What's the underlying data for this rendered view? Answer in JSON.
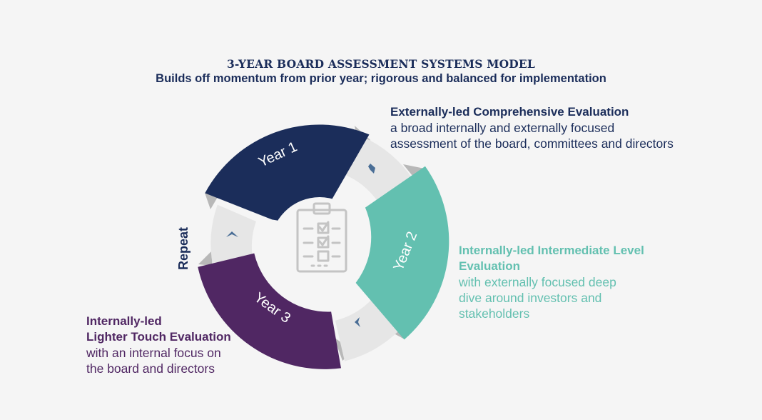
{
  "header": {
    "title": "3-YEAR BOARD ASSESSMENT SYSTEMS MODEL",
    "subtitle": "Builds off momentum from prior year; rigorous and balanced for implementation"
  },
  "cycle": {
    "year1": "Year 1",
    "year2": "Year 2",
    "year3": "Year 3",
    "repeat": "Repeat",
    "center_icon": "clipboard-checklist-icon"
  },
  "descriptions": {
    "year1": {
      "heading": "Externally-led Comprehensive Evaluation",
      "line1": "a broad internally and externally focused",
      "line2": "assessment of the board, committees and directors"
    },
    "year2": {
      "heading1": "Internally-led Intermediate Level",
      "heading2": "Evaluation",
      "line1": "with externally focused deep",
      "line2": "dive around investors and",
      "line3": "stakeholders"
    },
    "year3": {
      "heading1": "Internally-led",
      "heading2": "Lighter Touch  Evaluation",
      "line1": "with an internal focus on",
      "line2": "the board and directors"
    }
  },
  "colors": {
    "year1": "#1b2d5a",
    "year2": "#63c0b0",
    "year3": "#502763",
    "connector": "#e6e6e6",
    "connector_shadow": "#b5b5b5",
    "chevron": "#4a6e96",
    "icon": "#c8c8c8"
  }
}
